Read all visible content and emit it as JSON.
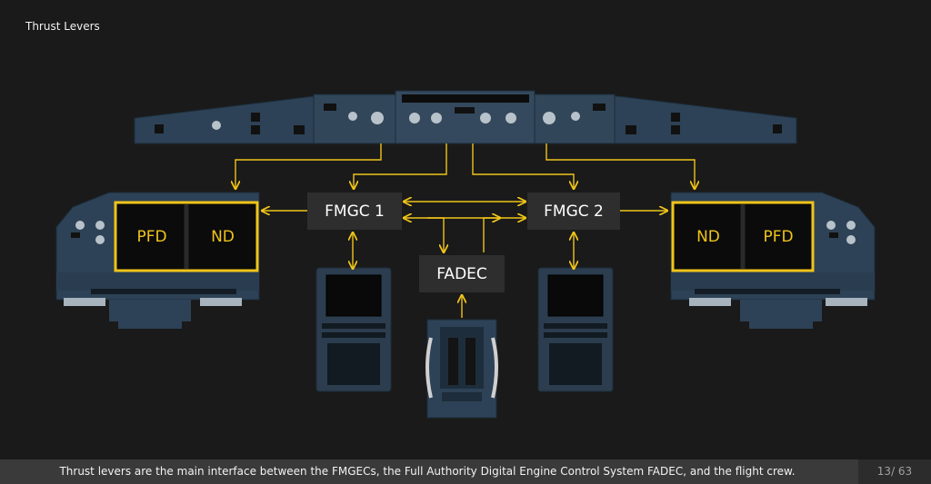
{
  "slide": {
    "title": "Thrust Levers",
    "caption": "Thrust levers are the main interface between the FMGECs, the Full Authority Digital Engine Control System FADEC, and the flight crew.",
    "page": "13/ 63"
  },
  "diagram": {
    "nodes": {
      "fmgc1": "FMGC 1",
      "fmgc2": "FMGC 2",
      "fadec": "FADEC"
    },
    "left_display": {
      "pfd": "PFD",
      "nd": "ND"
    },
    "right_display": {
      "nd": "ND",
      "pfd": "PFD"
    }
  },
  "colors": {
    "background": "#1a1a1a",
    "panel": "#2d4256",
    "node_box": "#2e2e2e",
    "arrow": "#f0c419",
    "display_border": "#f0c419"
  }
}
